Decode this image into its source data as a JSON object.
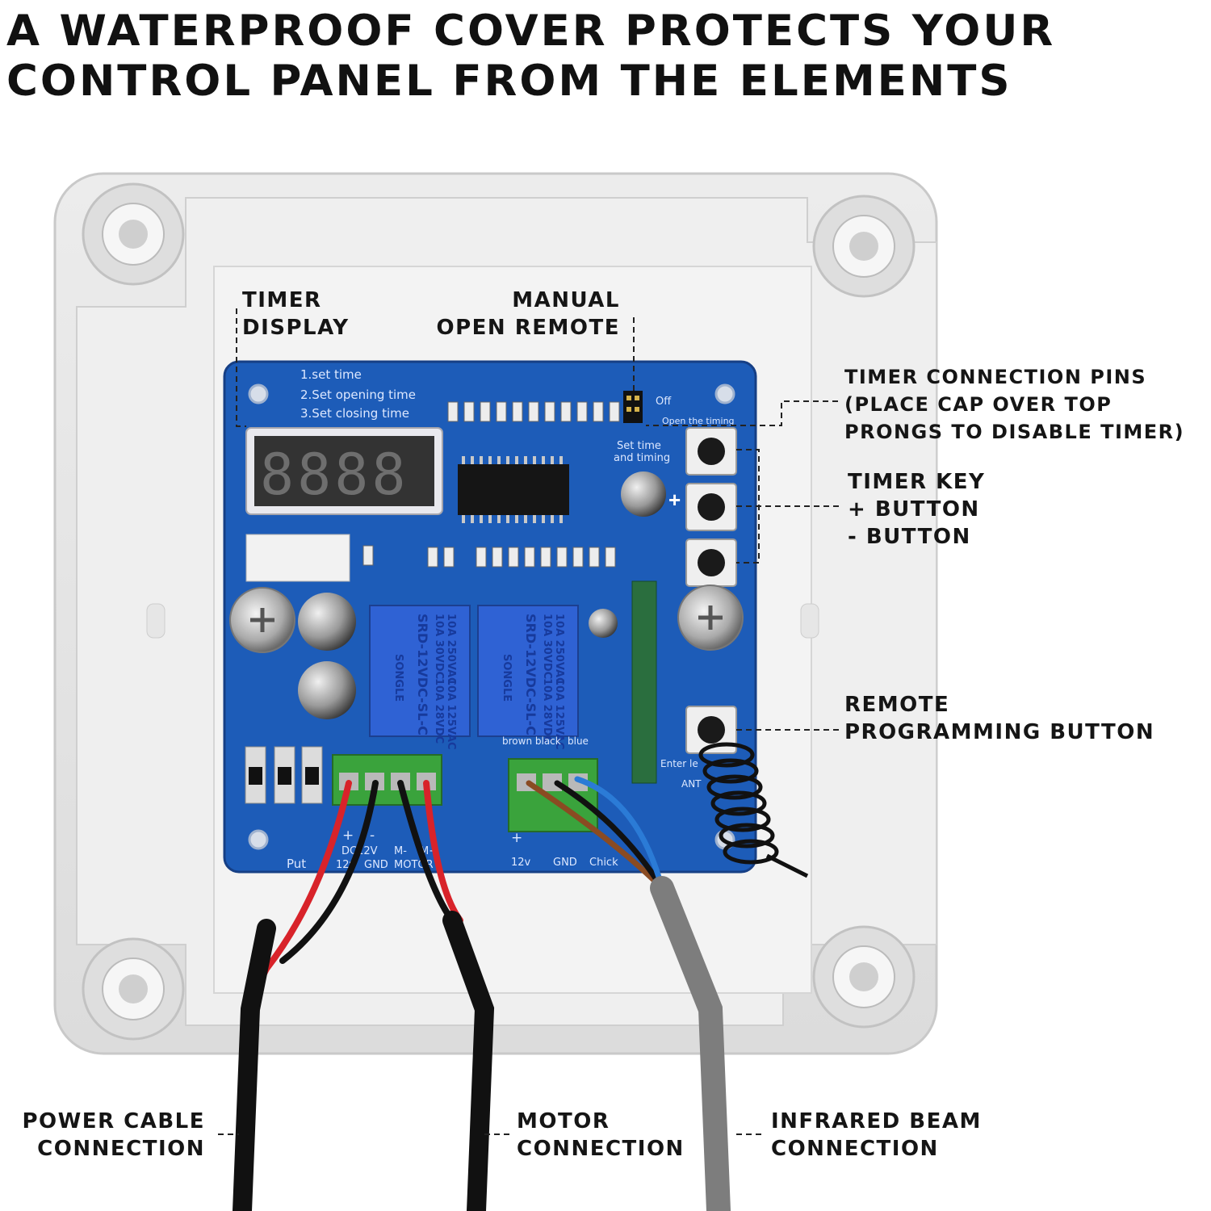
{
  "headline": {
    "line1": "A WATERPROOF COVER PROTECTS YOUR",
    "line2": "CONTROL PANEL FROM THE ELEMENTS"
  },
  "callouts": {
    "timer_display": [
      "TIMER",
      "DISPLAY"
    ],
    "manual_open_remote": [
      "MANUAL",
      "OPEN REMOTE"
    ],
    "timer_connection_pins": [
      "TIMER CONNECTION PINS",
      "(PLACE CAP OVER TOP",
      "PRONGS TO DISABLE TIMER)"
    ],
    "timer_key": [
      "TIMER KEY",
      "+ BUTTON",
      "- BUTTON"
    ],
    "remote_programming_button": [
      "REMOTE",
      "PROGRAMMING BUTTON"
    ],
    "power_cable_connection": [
      "POWER CABLE",
      "CONNECTION"
    ],
    "motor_connection": [
      "MOTOR",
      "CONNECTION"
    ],
    "infrared_beam_connection": [
      "INFRARED BEAM",
      "CONNECTION"
    ]
  },
  "pcb_labels": {
    "instructions": [
      "1.set time",
      "2.Set opening time",
      "3.Set closing time"
    ],
    "off": "Off",
    "open_the_timing": "Open the timing",
    "set_time": "Set time",
    "and_timing": "and timing",
    "terminal_power": [
      "DC12V",
      "12v",
      "GND"
    ],
    "terminal_motor": [
      "M-",
      "M+",
      "MOTOR"
    ],
    "terminal_sensor": [
      "12v",
      "GND",
      "Chick"
    ],
    "put": "Put",
    "plus": "+",
    "minus": "-",
    "brown_black": "brown black",
    "blue": "blue",
    "enter": "Enter le",
    "ant": "ANT"
  },
  "relays": [
    {
      "brand": "SONGLE",
      "model": "SRD-12VDC-SL-C",
      "ratings": [
        "10A 250VAC",
        "10A 125VAC",
        "10A 30VDC",
        "10A 28VDC"
      ]
    },
    {
      "brand": "SONGLE",
      "model": "SRD-12VDC-SL-C",
      "ratings": [
        "10A 250VAC",
        "10A 125VAC",
        "10A 30VDC",
        "10A 28VDC"
      ]
    }
  ],
  "colors": {
    "pcb": "#1d5cb8",
    "enclosure": "#e8e8e8",
    "terminal": "#3aa33c",
    "wire_red": "#d8232a",
    "wire_black": "#111111",
    "cable_gray": "#7d7d7d"
  }
}
